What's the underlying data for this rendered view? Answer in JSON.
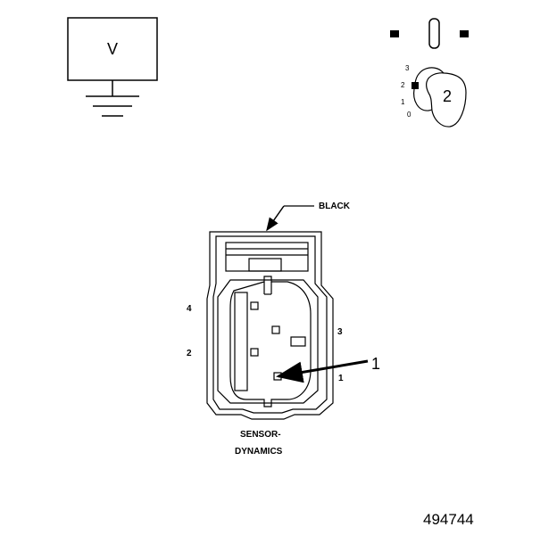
{
  "meter": {
    "symbol": "V"
  },
  "ignition": {
    "positions": [
      "3",
      "2",
      "1",
      "0"
    ],
    "key_label": "2"
  },
  "connector": {
    "color_label": "BLACK",
    "pins": {
      "pin4": "4",
      "pin2": "2",
      "pin3": "3",
      "pin1": "1"
    },
    "callout": "1",
    "name_line1": "SENSOR-",
    "name_line2": "DYNAMICS"
  },
  "figure_number": "494744"
}
